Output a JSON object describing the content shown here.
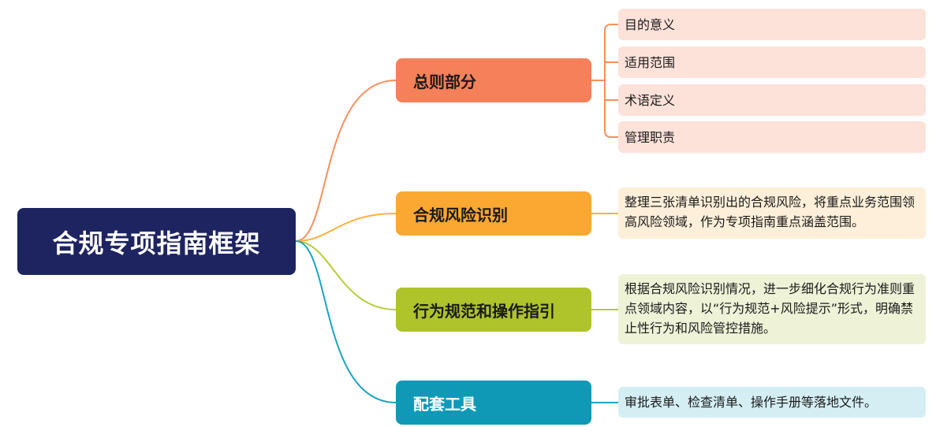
{
  "root": {
    "label": "合规专项指南框架",
    "color": "#1e2460"
  },
  "branches": [
    {
      "label": "总则部分",
      "color": "#f6805a",
      "leaf_bg": "#fde2da",
      "leaves": [
        "目的意义",
        "适用范围",
        "术语定义",
        "管理职责"
      ]
    },
    {
      "label": "合规风险识别",
      "color": "#fba832",
      "leaf_bg": "#fdefd9",
      "leaves": [
        "整理三张清单识别出的合规风险，将重点业务范围领高风险领域，作为专项指南重点涵盖范围。"
      ]
    },
    {
      "label": "行为规范和操作指引",
      "color": "#afc32a",
      "leaf_bg": "#eef2d7",
      "leaves": [
        "根据合规风险识别情况，进一步细化合规行为准则重点领域内容，以“行为规范+风险提示”形式，明确禁止性行为和风险管控措施。"
      ]
    },
    {
      "label": "配套工具",
      "color": "#0f99b7",
      "leaf_bg": "#d4eef4",
      "leaves": [
        "审批表单、检查清单、操作手册等落地文件。"
      ]
    }
  ]
}
